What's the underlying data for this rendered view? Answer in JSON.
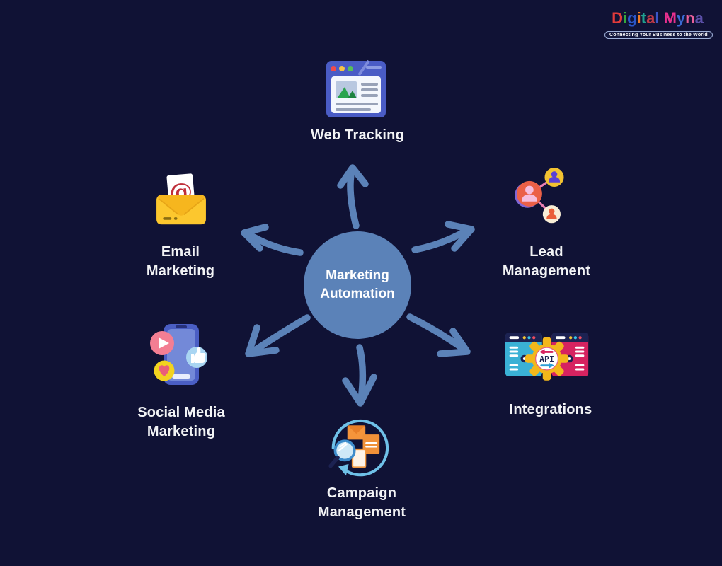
{
  "colors": {
    "background": "#101235",
    "accent": "#5b82b8",
    "center_circle_fill": "#5b82b8",
    "center_text": "#ffffff",
    "label_text": "#f2f3f5"
  },
  "logo": {
    "title_letters": [
      {
        "ch": "D",
        "color": "#e23b3b"
      },
      {
        "ch": "i",
        "color": "#35a93c"
      },
      {
        "ch": "g",
        "color": "#2b57c9"
      },
      {
        "ch": "i",
        "color": "#f07c23"
      },
      {
        "ch": "t",
        "color": "#1fa08f"
      },
      {
        "ch": "a",
        "color": "#bf3a47"
      },
      {
        "ch": "l",
        "color": "#3c56c8"
      },
      {
        "ch": " ",
        "color": "#ffffff"
      },
      {
        "ch": "M",
        "color": "#e8308f"
      },
      {
        "ch": "y",
        "color": "#3a6ad4"
      },
      {
        "ch": "n",
        "color": "#e85f9a"
      },
      {
        "ch": "a",
        "color": "#5b4fa8"
      }
    ],
    "tagline": "Connecting Your Business to the World"
  },
  "center": {
    "line1": "Marketing",
    "line2": "Automation"
  },
  "nodes": {
    "web_tracking": {
      "line1": "Web Tracking"
    },
    "email_marketing": {
      "line1": "Email",
      "line2": "Marketing"
    },
    "lead_management": {
      "line1": "Lead",
      "line2": "Management"
    },
    "social_media_marketing": {
      "line1": "Social Media",
      "line2": "Marketing"
    },
    "integrations": {
      "line1": "Integrations"
    },
    "campaign_management": {
      "line1": "Campaign",
      "line2": "Management"
    }
  }
}
